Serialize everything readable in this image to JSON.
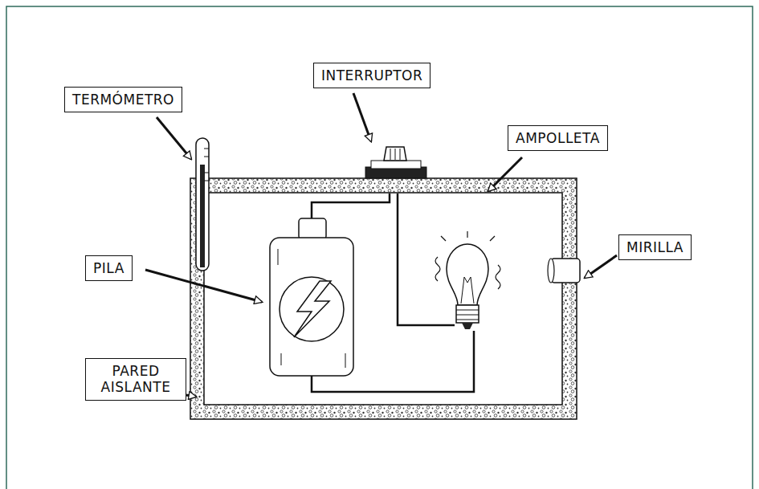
{
  "diagram": {
    "nodes": [
      {
        "text": [
          "TERMÓMETRO"
        ]
      },
      {
        "text": [
          "INTERRUPTOR"
        ]
      },
      {
        "text": [
          "AMPOLLETA"
        ]
      },
      {
        "text": [
          "PILA"
        ]
      },
      {
        "text": [
          "MIRILLA"
        ]
      },
      {
        "text": [
          "PARED AISLANTE"
        ]
      }
    ]
  }
}
